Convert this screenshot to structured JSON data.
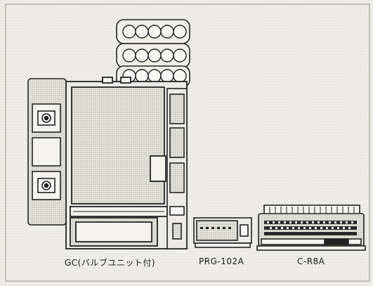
{
  "labels": {
    "gc": "GC(バルブユニット付)",
    "prg": "PRG-102A",
    "crba": "C-R8A"
  },
  "colors": {
    "background": "#f4f4ec",
    "stipple": "#9a9a90",
    "line": "#222222",
    "panel": "#ecece4"
  }
}
